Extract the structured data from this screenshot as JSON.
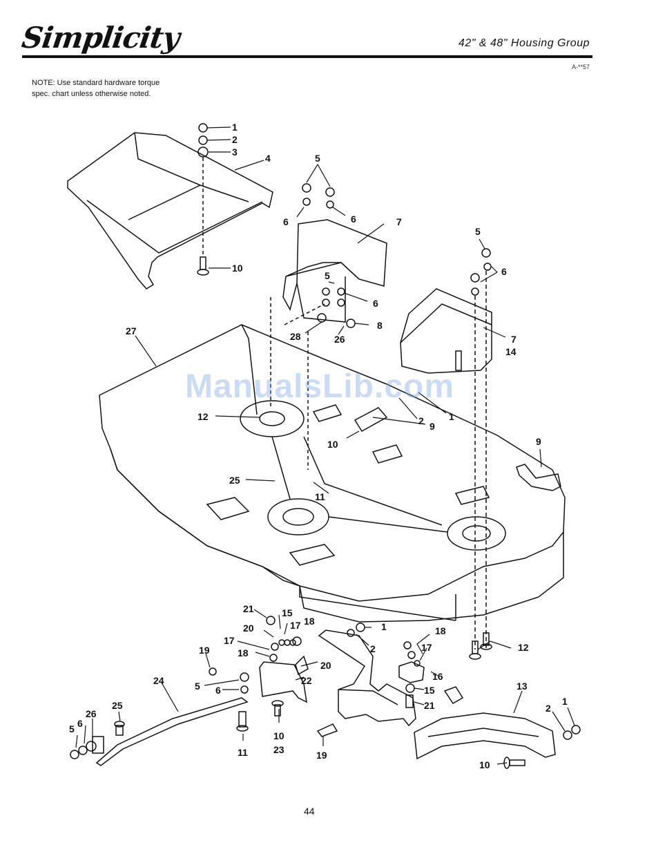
{
  "header": {
    "brand": "Simplicity",
    "title": "42\" & 48\" Housing Group",
    "doc_number": "A-**57"
  },
  "note": "NOTE: Use standard hardware torque spec. chart unless otherwise noted.",
  "watermark": "ManualsLib.com",
  "page_number": "44",
  "callouts": [
    {
      "id": "c1a",
      "text": "1"
    },
    {
      "id": "c2a",
      "text": "2"
    },
    {
      "id": "c3a",
      "text": "3"
    },
    {
      "id": "c4",
      "text": "4"
    },
    {
      "id": "c10a",
      "text": "10"
    },
    {
      "id": "c5a",
      "text": "5"
    },
    {
      "id": "c6a",
      "text": "6"
    },
    {
      "id": "c6b",
      "text": "6"
    },
    {
      "id": "c7a",
      "text": "7"
    },
    {
      "id": "c5b",
      "text": "5"
    },
    {
      "id": "c6c",
      "text": "6"
    },
    {
      "id": "c8",
      "text": "8"
    },
    {
      "id": "c28",
      "text": "28"
    },
    {
      "id": "c26a",
      "text": "26"
    },
    {
      "id": "c5c",
      "text": "5"
    },
    {
      "id": "c6d",
      "text": "6"
    },
    {
      "id": "c7b",
      "text": "7"
    },
    {
      "id": "c14",
      "text": "14"
    },
    {
      "id": "c27",
      "text": "27"
    },
    {
      "id": "c12a",
      "text": "12"
    },
    {
      "id": "c1b",
      "text": "1"
    },
    {
      "id": "c2b",
      "text": "2"
    },
    {
      "id": "c9a",
      "text": "9"
    },
    {
      "id": "c10b",
      "text": "10"
    },
    {
      "id": "c9b",
      "text": "9"
    },
    {
      "id": "c25a",
      "text": "25"
    },
    {
      "id": "c11a",
      "text": "11"
    },
    {
      "id": "c21a",
      "text": "21"
    },
    {
      "id": "c15a",
      "text": "15"
    },
    {
      "id": "c18a",
      "text": "18"
    },
    {
      "id": "c20a",
      "text": "20"
    },
    {
      "id": "c17a",
      "text": "17"
    },
    {
      "id": "c17b",
      "text": "17"
    },
    {
      "id": "c18b",
      "text": "18"
    },
    {
      "id": "c19a",
      "text": "19"
    },
    {
      "id": "c1c",
      "text": "1"
    },
    {
      "id": "c2c",
      "text": "2"
    },
    {
      "id": "c20b",
      "text": "20"
    },
    {
      "id": "c22",
      "text": "22"
    },
    {
      "id": "c24",
      "text": "24"
    },
    {
      "id": "c5d",
      "text": "5"
    },
    {
      "id": "c6e",
      "text": "6"
    },
    {
      "id": "c25b",
      "text": "25"
    },
    {
      "id": "c26b",
      "text": "26"
    },
    {
      "id": "c6f",
      "text": "6"
    },
    {
      "id": "c5e",
      "text": "5"
    },
    {
      "id": "c10c",
      "text": "10"
    },
    {
      "id": "c23",
      "text": "23"
    },
    {
      "id": "c11b",
      "text": "11"
    },
    {
      "id": "c19b",
      "text": "19"
    },
    {
      "id": "c18c",
      "text": "18"
    },
    {
      "id": "c17c",
      "text": "17"
    },
    {
      "id": "c16",
      "text": "16"
    },
    {
      "id": "c15b",
      "text": "15"
    },
    {
      "id": "c21b",
      "text": "21"
    },
    {
      "id": "c12b",
      "text": "12"
    },
    {
      "id": "c13",
      "text": "13"
    },
    {
      "id": "c2d",
      "text": "2"
    },
    {
      "id": "c1d",
      "text": "1"
    },
    {
      "id": "c10d",
      "text": "10"
    }
  ]
}
